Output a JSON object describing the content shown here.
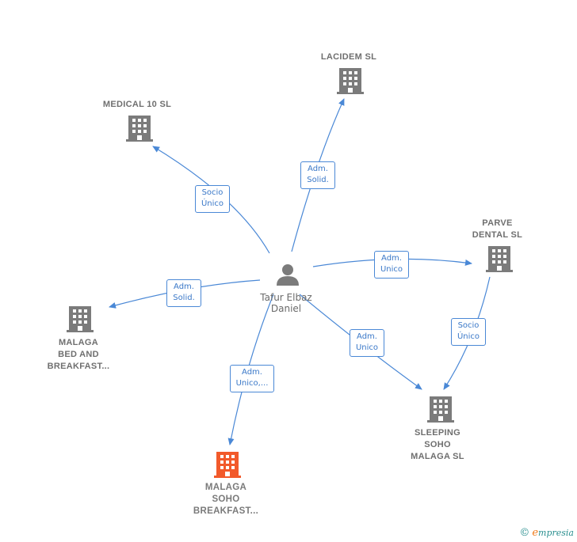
{
  "nodes": {
    "lacidem": {
      "label": "LACIDEM  SL"
    },
    "medical": {
      "label": "MEDICAL 10 SL"
    },
    "parve": {
      "label": "PARVE\nDENTAL  SL"
    },
    "malaga_bed": {
      "label": "MALAGA\nBED AND\nBREAKFAST..."
    },
    "sleeping": {
      "label": "SLEEPING\nSOHO\nMALAGA  SL"
    },
    "malaga_soho": {
      "label": "MALAGA\nSOHO\nBREAKFAST..."
    },
    "person": {
      "label": "Tafur Elbaz\nDaniel"
    }
  },
  "edges": {
    "to_lacidem": "Adm.\nSolid.",
    "to_medical": "Socio\nÚnico",
    "to_parve": "Adm.\nUnico",
    "to_malaga_bed": "Adm.\nSolid.",
    "to_sleeping": "Adm.\nUnico",
    "parve_to_sleeping": "Socio\nÚnico",
    "to_malaga_soho": "Adm.\nUnico,..."
  },
  "colors": {
    "edge": "#4a88d6",
    "building": "#7b7b7b",
    "focus_building": "#f25a2b",
    "person": "#7b7b7b"
  },
  "brand": {
    "copyright": "©",
    "initial": "e",
    "name": "mpresia"
  }
}
